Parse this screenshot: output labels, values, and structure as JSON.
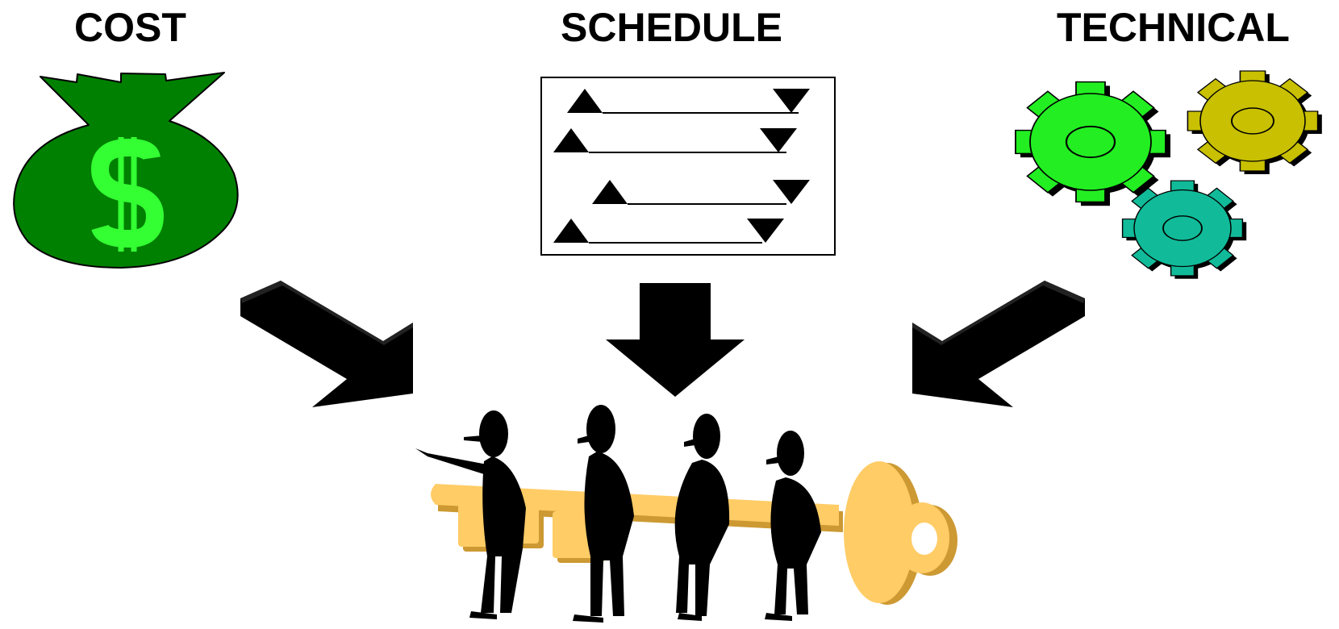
{
  "headings": {
    "cost": "COST",
    "schedule": "SCHEDULE",
    "technical": "TECHNICAL"
  },
  "colors": {
    "money_bag": "#008000",
    "dollar_sign": "#33ff33",
    "gear_green": "#22ee22",
    "gear_olive": "#c8c000",
    "gear_teal": "#11bb99",
    "key": "#ffcc66",
    "key_shadow": "#cc9933",
    "arrows": "#000000"
  },
  "icons": {
    "cost": "money-bag-icon",
    "schedule": "gantt-schedule-icon",
    "technical": "gears-icon",
    "result": "team-carrying-key-icon"
  }
}
